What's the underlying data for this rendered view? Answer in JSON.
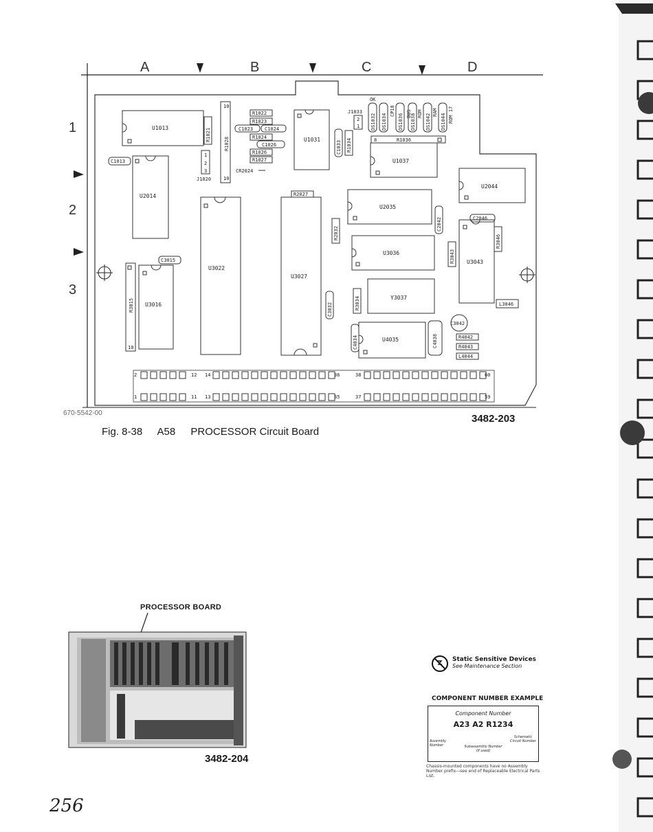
{
  "grid": {
    "columns": [
      "A",
      "B",
      "C",
      "D"
    ],
    "rows": [
      "1",
      "2",
      "3"
    ]
  },
  "board": {
    "components": {
      "u1013": "U1013",
      "r1021": "R1021",
      "r1028": "R1028",
      "c1013": "C1013",
      "u2014": "U2014",
      "j1020": "J1020",
      "j1020_pins": [
        "1",
        "2",
        "3"
      ],
      "r1022": "R1022",
      "r1023": "R1023",
      "c1023": "C1023",
      "c1024": "C1024",
      "r1024": "R1024",
      "c1026": "C1026",
      "r1026": "R1026",
      "r1027": "R1027",
      "cr2024": "CR2024",
      "u1031": "U1031",
      "c1033": "C1033",
      "r1034": "R1034",
      "j1033": "J1033",
      "j1033_pins": [
        "2",
        "1"
      ],
      "ds_labels": [
        "DS1032",
        "DS1034",
        "DS1036",
        "DS1038",
        "DS1042",
        "DS1044"
      ],
      "ok": "OK",
      "cp18": "CP18",
      "bus": "BUS",
      "rom": "ROM",
      "ram": "RAM",
      "rom17": "ROM 17",
      "r1036": "R1036",
      "r1036_pin_start": "8",
      "u1037": "U1037",
      "u2044": "U2044",
      "u2035": "U2035",
      "c2042": "C2042",
      "c2046": "C2046",
      "r3046": "R3046",
      "r2032": "R2032",
      "r2027": "R2027",
      "u3036": "U3036",
      "r3043": "R3043",
      "u3043": "U3043",
      "y3037": "Y3037",
      "r3034": "R3034",
      "c3032": "C3032",
      "l3046": "L3046",
      "u3027": "U3027",
      "u3022": "U3022",
      "c3015": "C3015",
      "r3015": "R3015",
      "u3016": "U3016",
      "c4034": "C4034",
      "u4035": "U4035",
      "c4038": "C4038",
      "c3042": "C3042",
      "r4042": "R4042",
      "r4043": "R4043",
      "l4044": "L4044"
    },
    "pin_markers": {
      "r3015_bot": "10",
      "r1028_top": "10",
      "r1028_bot": "10",
      "row1_top": [
        "2",
        "12",
        "14",
        "36",
        "38",
        "60"
      ],
      "row2_bot": [
        "1",
        "11",
        "13",
        "35",
        "37",
        "59"
      ]
    },
    "part_number": "670-5542-00"
  },
  "figure": {
    "number": "Fig. 8-38",
    "board_id": "A58",
    "title": "PROCESSOR Circuit Board",
    "id": "3482-203"
  },
  "inset": {
    "label": "PROCESSOR BOARD",
    "id": "3482-204"
  },
  "static": {
    "title": "Static Sensitive Devices",
    "subtitle": "See Maintenance Section"
  },
  "component_example": {
    "title": "COMPONENT NUMBER EXAMPLE",
    "header": "Component Number",
    "code": "A23 A2 R1234",
    "assembly": "Assembly Number",
    "subassembly": "Subassembly Number (if used)",
    "schematic": "Schematic Circuit Number",
    "note": "Chassis-mounted components have no Assembly Number prefix—see end of Replaceable Electrical Parts List."
  },
  "page": {
    "handwritten_number": "256"
  },
  "colors": {
    "ink": "#1a1a1a",
    "paper": "#ffffff",
    "binding": "#2a2a2a"
  }
}
